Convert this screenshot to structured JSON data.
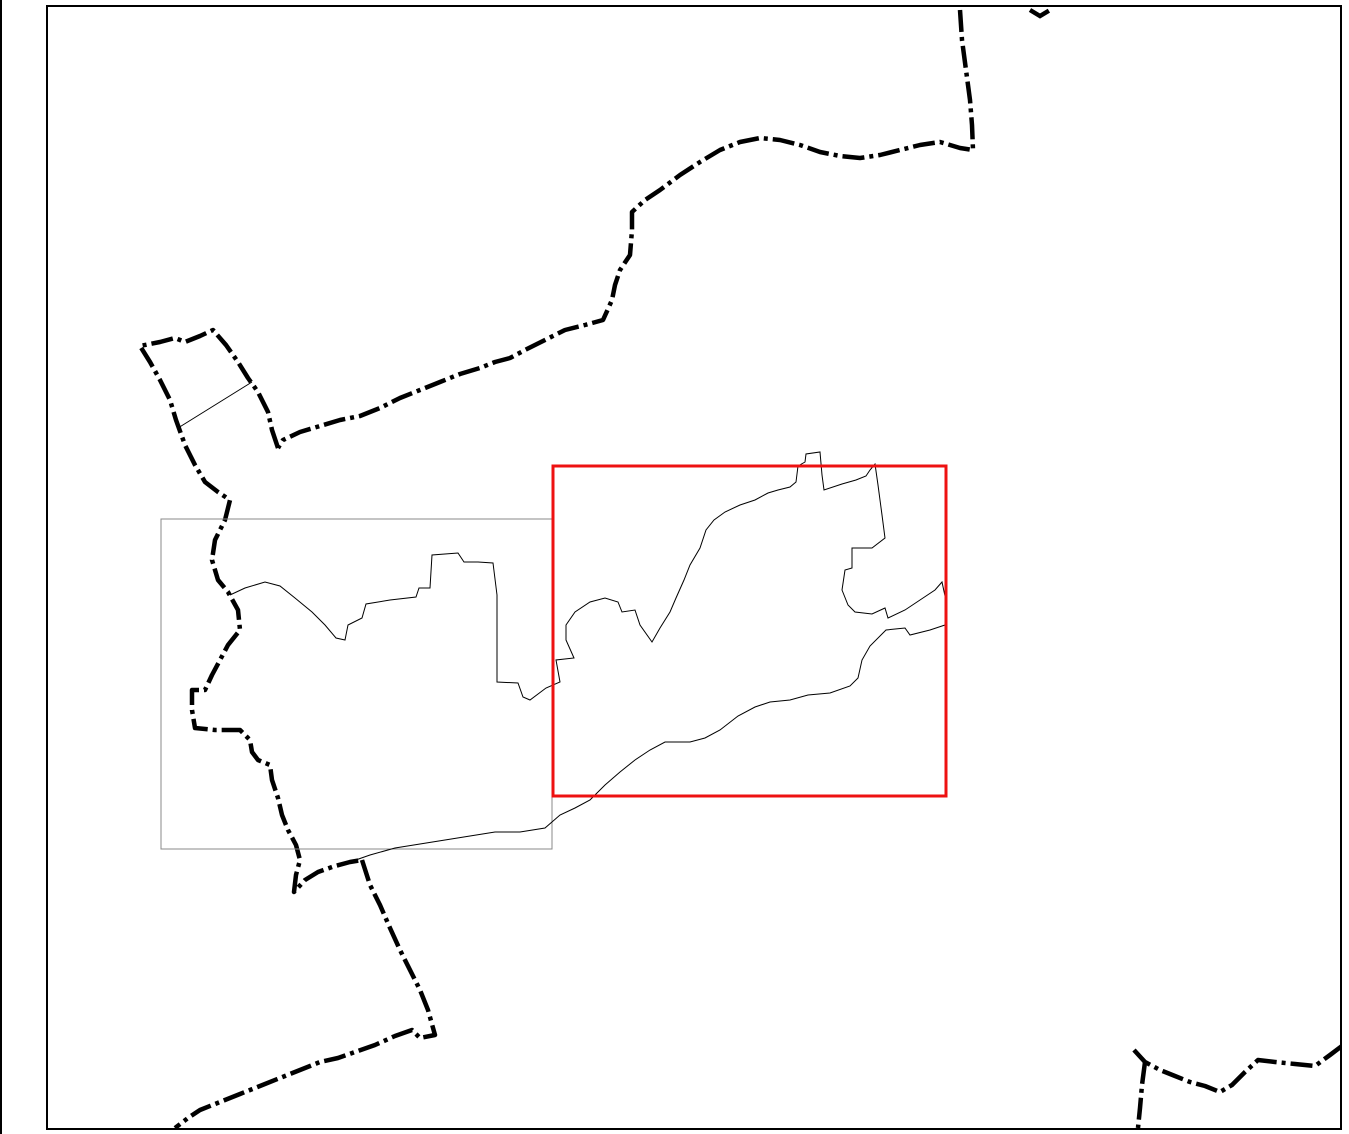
{
  "map": {
    "colors": {
      "background": "#ffffff",
      "frame": "#000000",
      "boundary": "#000000",
      "highlight_extent": "#ee1111",
      "context_extent": "#888888",
      "parcel_outline": "#000000"
    },
    "layers": [
      {
        "id": "administrative-boundary",
        "style": "dash-dot",
        "color": "#000000"
      },
      {
        "id": "parcel-outline",
        "style": "solid-thin",
        "color": "#000000"
      },
      {
        "id": "context-extent",
        "style": "rectangle-thin",
        "color": "#888888"
      },
      {
        "id": "highlight-extent",
        "style": "rectangle-thick",
        "color": "#ee1111"
      }
    ]
  }
}
